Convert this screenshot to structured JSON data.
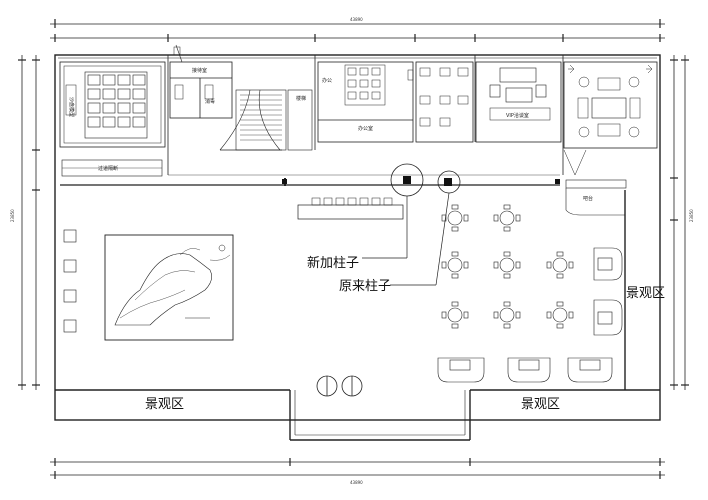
{
  "annotations": {
    "new_column": "新加柱子",
    "original_column": "原来柱子"
  },
  "zones": {
    "landscape_right": "景观区",
    "landscape_bottom_left": "景观区",
    "landscape_bottom_right": "景观区"
  },
  "small_labels": {
    "corridor": "过道隔断",
    "room_a": "接待室",
    "room_b": "消毒",
    "stair": "楼梯",
    "office_1": "办公",
    "office_2": "办公室",
    "meeting": "VIP洽谈室",
    "counter": "吧台",
    "model_table": "沙盘模型"
  },
  "dimensions": {
    "top_total": "43890",
    "bottom_total": "43890",
    "left_total": "23850",
    "right_total": "23850"
  }
}
